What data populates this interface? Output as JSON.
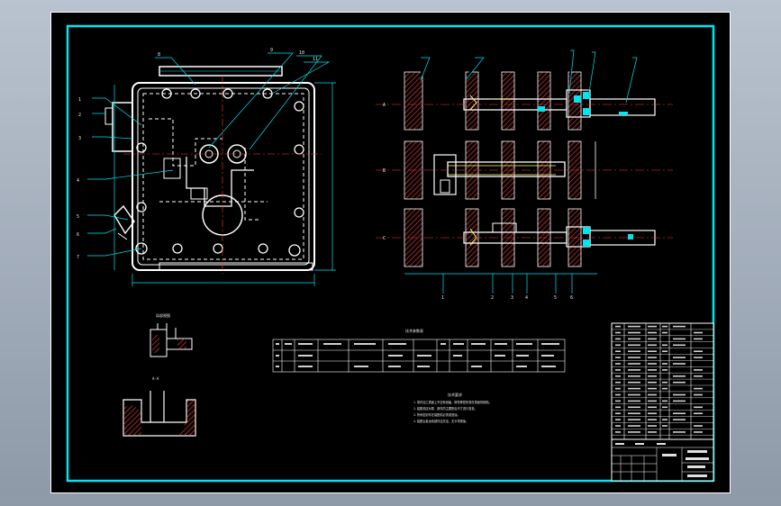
{
  "colors": {
    "background": "#000000",
    "border": "#00e5ee",
    "linework": "#ffffff",
    "dimension": "#00e5ee",
    "centerline": "#ff3b3b",
    "accent": "#ffff66",
    "hatch": "#ff4444"
  },
  "sheet": {
    "table_heading": "技术参数表",
    "notes_heading": "技术要求",
    "notes": [
      "1.零件加工表面上不应有划痕、擦伤等损伤零件表面的缺陷。",
      "2.装配前应对零、部件的主要配合尺寸进行复查。",
      "3.所有密封件在装配前必须浸透油。",
      "4.装配后各运动部件应灵活、无卡滞现象。"
    ],
    "detail_top_label": "局部视图",
    "detail_bottom_label": "A-A",
    "left_marks": [
      "A",
      "B",
      "C"
    ],
    "bottom_marks": [
      "1",
      "2",
      "3",
      "4",
      "5",
      "6"
    ]
  }
}
